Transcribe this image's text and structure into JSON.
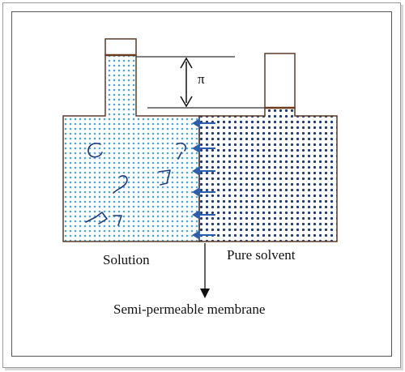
{
  "labels": {
    "pi": "π",
    "solution": "Solution",
    "pure_solvent": "Pure solvent",
    "membrane": "Semi-permeable membrane"
  },
  "colors": {
    "solution_dot": "#4aa6dc",
    "solvent_dot": "#1f3a78",
    "container_fill": "#ffffff",
    "outline": "#5a3a2a",
    "arrow": "#2b5fb0",
    "meniscus": "#6b3b1b"
  },
  "icons": {
    "solute_particles": "squiggle-shape",
    "flow_arrows": "left-arrow",
    "pressure_arrow": "double-headed-vertical-arrow",
    "membrane_pointer": "down-arrow"
  }
}
